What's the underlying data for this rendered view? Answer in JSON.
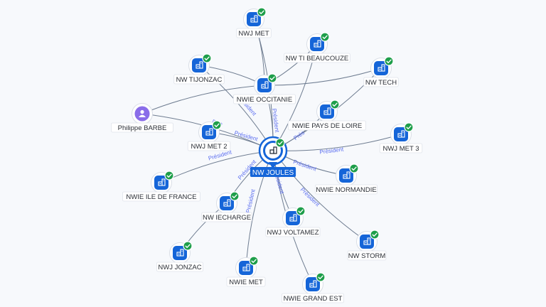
{
  "graph": {
    "center": {
      "id": "joules",
      "label": "NW JOULES",
      "icon": "building-icon",
      "verified": true
    },
    "nodes": [
      {
        "id": "nwj_met",
        "label": "NWJ MET",
        "icon": "building-icon",
        "verified": true
      },
      {
        "id": "ti_beaucouze",
        "label": "NW TI BEAUCOUZE",
        "icon": "building-icon",
        "verified": true
      },
      {
        "id": "tijonzac",
        "label": "NW TIJONZAC",
        "icon": "building-icon",
        "verified": true
      },
      {
        "id": "tech",
        "label": "NW TECH",
        "icon": "building-icon",
        "verified": true
      },
      {
        "id": "occitanie",
        "label": "NWIE OCCITANIE",
        "icon": "building-icon",
        "verified": true
      },
      {
        "id": "barbe",
        "label": "Philippe BARBE",
        "icon": "person-icon",
        "verified": false
      },
      {
        "id": "pays_loire",
        "label": "NWIE PAYS DE LOIRE",
        "icon": "building-icon",
        "verified": true
      },
      {
        "id": "met2",
        "label": "NWJ MET 2",
        "icon": "building-icon",
        "verified": true
      },
      {
        "id": "met3",
        "label": "NWJ MET 3",
        "icon": "building-icon",
        "verified": true
      },
      {
        "id": "ile_france",
        "label": "NWIE ILE DE FRANCE",
        "icon": "building-icon",
        "verified": true
      },
      {
        "id": "normandie",
        "label": "NWIE NORMANDIE",
        "icon": "building-icon",
        "verified": true
      },
      {
        "id": "iecharge",
        "label": "NW IECHARGE",
        "icon": "building-icon",
        "verified": true
      },
      {
        "id": "voltamez",
        "label": "NWJ VOLTAMEZ",
        "icon": "building-icon",
        "verified": true
      },
      {
        "id": "storm",
        "label": "NW STORM",
        "icon": "building-icon",
        "verified": true
      },
      {
        "id": "jonzac",
        "label": "NWJ JONZAC",
        "icon": "building-icon",
        "verified": true
      },
      {
        "id": "nwie_met",
        "label": "NWIE MET",
        "icon": "building-icon",
        "verified": true
      },
      {
        "id": "grand_est",
        "label": "NWIE GRAND EST",
        "icon": "building-icon",
        "verified": true
      }
    ],
    "edges": [
      {
        "from": "joules",
        "to": "nwj_met",
        "label": ""
      },
      {
        "from": "joules",
        "to": "ti_beaucouze",
        "label": ""
      },
      {
        "from": "joules",
        "to": "tech",
        "label": ""
      },
      {
        "from": "joules",
        "to": "occitanie",
        "label": "Président"
      },
      {
        "from": "joules",
        "to": "tijonzac",
        "label": "Président"
      },
      {
        "from": "joules",
        "to": "barbe",
        "label": "Dire"
      },
      {
        "from": "joules",
        "to": "pays_loire",
        "label": "Prés"
      },
      {
        "from": "joules",
        "to": "met2",
        "label": "Président"
      },
      {
        "from": "joules",
        "to": "met3",
        "label": "Président"
      },
      {
        "from": "joules",
        "to": "ile_france",
        "label": "Président"
      },
      {
        "from": "joules",
        "to": "normandie",
        "label": "Président"
      },
      {
        "from": "joules",
        "to": "iecharge",
        "label": "Président"
      },
      {
        "from": "joules",
        "to": "voltamez",
        "label": "Président"
      },
      {
        "from": "joules",
        "to": "storm",
        "label": "Président"
      },
      {
        "from": "joules",
        "to": "nwie_met",
        "label": "Président"
      },
      {
        "from": "joules",
        "to": "grand_est",
        "label": ""
      },
      {
        "from": "occitanie",
        "to": "tech",
        "label": ""
      },
      {
        "from": "occitanie",
        "to": "tijonzac",
        "label": ""
      },
      {
        "from": "occitanie",
        "to": "barbe",
        "label": ""
      },
      {
        "from": "occitanie",
        "to": "nwj_met",
        "label": ""
      },
      {
        "from": "occitanie",
        "to": "ti_beaucouze",
        "label": ""
      },
      {
        "from": "iecharge",
        "to": "jonzac",
        "label": ""
      }
    ]
  }
}
